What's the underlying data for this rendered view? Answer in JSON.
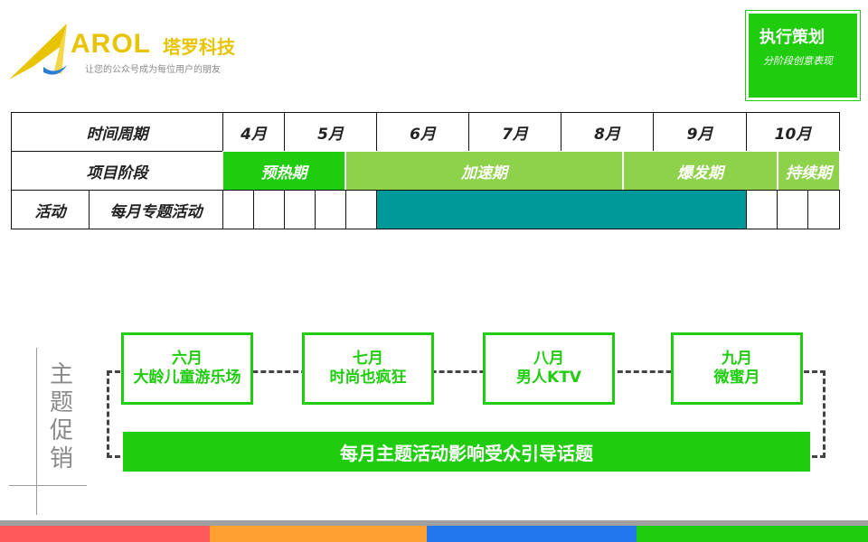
{
  "logo": {
    "text": "AROL",
    "cn": "塔罗科技",
    "slogan": "让您的公众号成为每位用户的朋友",
    "colors": {
      "gold": "#e8c300",
      "blue": "#2a7fd4"
    }
  },
  "header_box": {
    "title": "执行策划",
    "subtitle": "分阶段创意表现",
    "color": "#1fcc0e"
  },
  "table": {
    "row1_label": "时间周期",
    "months": [
      "4月",
      "5月",
      "6月",
      "7月",
      "8月",
      "9月",
      "10月"
    ],
    "row2_label": "项目阶段",
    "phases": [
      {
        "label": "预热期",
        "color": "#1fcc0e"
      },
      {
        "label": "加速期",
        "color": "#8ed14b"
      },
      {
        "label": "爆发期",
        "color": "#8ed14b"
      },
      {
        "label": "持续期",
        "color": "#8ed14b"
      }
    ],
    "row3_label_a": "活动",
    "row3_label_b": "每月专题活动",
    "activity_color": "#00999a"
  },
  "theme": {
    "vertical_title": "主题促销",
    "months": [
      {
        "month": "六月",
        "topic": "大龄儿童游乐场"
      },
      {
        "month": "七月",
        "topic": "时尚也疯狂"
      },
      {
        "month": "八月",
        "topic": "男人KTV"
      },
      {
        "month": "九月",
        "topic": "微蜜月"
      }
    ],
    "banner": "每月主题活动影响受众引导话题"
  },
  "footer_colors": [
    "#ff5a5a",
    "#ffa033",
    "#2277ee",
    "#1fcc0e"
  ]
}
